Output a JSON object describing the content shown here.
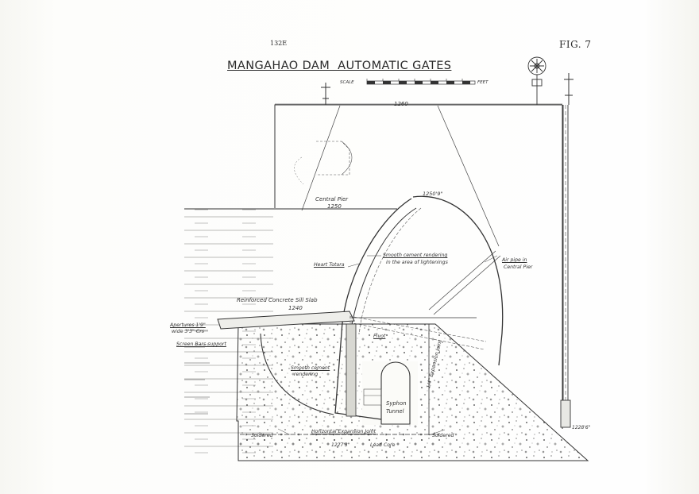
{
  "page": {
    "number": "132E",
    "figure": "FIG. 7"
  },
  "title": "MANGAHAO DAM  AUTOMATIC GATES",
  "scale": {
    "label": "SCALE",
    "unit": "FEET"
  },
  "levels": {
    "top": "1260",
    "central_pier": "Central Pier",
    "central_pier_level": "1250",
    "gate_top": "1250'9\"",
    "sill": "1240",
    "right_base": "1228'6\"",
    "base": "1227'3\""
  },
  "labels": {
    "smooth_cement_upper": "Smooth cement rendering",
    "smooth_cement_upper_2": "in the area of lightenings",
    "air_pipe": "Air pipe in",
    "air_pipe_2": "Central Pier",
    "heart_totara": "Heart Totara",
    "sill_slab": "Reinforced Concrete Sill Slab",
    "apertures": "Apertures 1'9\"",
    "apertures_2": "wide 3'3\" Crs",
    "screen_bars": "Screen Bars support",
    "pivot": "Pivot",
    "smooth_cement_lower": "Smooth cement",
    "smooth_cement_lower_2": "rendering",
    "expansion_joint_vertical": "1/4\" Expansion Joint",
    "syphon": "Syphon",
    "syphon_2": "Tunnel",
    "soldered_left": "Soldered",
    "horizontal_joint": "Horizontal Expansion Joint",
    "soldered_right": "Soldered",
    "lead_core": "Lead Core"
  },
  "colors": {
    "ink": "#2a2a2a",
    "paper": "#fbfbf8",
    "concrete_dot": "#3a3a3a"
  }
}
